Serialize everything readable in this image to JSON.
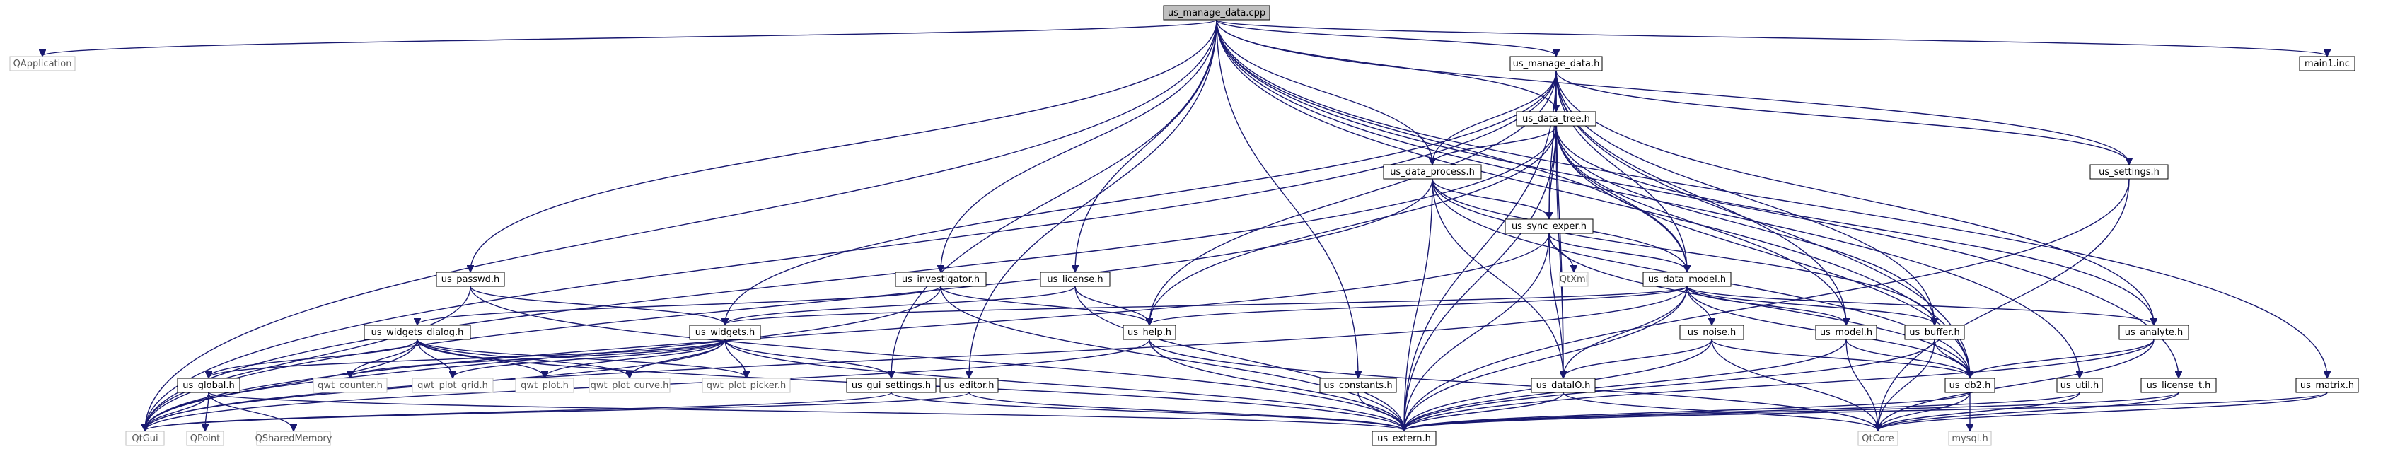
{
  "diagram": {
    "type": "include-dependency-graph",
    "root": "us_manage_data.cpp",
    "nodes": [
      {
        "id": "root",
        "label": "us_manage_data.cpp",
        "kind": "root"
      },
      {
        "id": "qapplication",
        "label": "QApplication",
        "kind": "external"
      },
      {
        "id": "us_manage_data_h",
        "label": "us_manage_data.h",
        "kind": "normal"
      },
      {
        "id": "main1_inc",
        "label": "main1.inc",
        "kind": "normal"
      },
      {
        "id": "us_data_tree_h",
        "label": "us_data_tree.h",
        "kind": "normal"
      },
      {
        "id": "us_settings_h",
        "label": "us_settings.h",
        "kind": "normal"
      },
      {
        "id": "us_data_process_h",
        "label": "us_data_process.h",
        "kind": "normal"
      },
      {
        "id": "us_sync_exper_h",
        "label": "us_sync_exper.h",
        "kind": "normal"
      },
      {
        "id": "us_passwd_h",
        "label": "us_passwd.h",
        "kind": "normal"
      },
      {
        "id": "us_investigator_h",
        "label": "us_investigator.h",
        "kind": "normal"
      },
      {
        "id": "us_license_h",
        "label": "us_license.h",
        "kind": "normal"
      },
      {
        "id": "qtxml",
        "label": "QtXml",
        "kind": "external"
      },
      {
        "id": "us_data_model_h",
        "label": "us_data_model.h",
        "kind": "normal"
      },
      {
        "id": "us_widgets_dialog_h",
        "label": "us_widgets_dialog.h",
        "kind": "normal"
      },
      {
        "id": "us_widgets_h",
        "label": "us_widgets.h",
        "kind": "normal"
      },
      {
        "id": "us_help_h",
        "label": "us_help.h",
        "kind": "normal"
      },
      {
        "id": "us_noise_h",
        "label": "us_noise.h",
        "kind": "normal"
      },
      {
        "id": "us_model_h",
        "label": "us_model.h",
        "kind": "normal"
      },
      {
        "id": "us_buffer_h",
        "label": "us_buffer.h",
        "kind": "normal"
      },
      {
        "id": "us_analyte_h",
        "label": "us_analyte.h",
        "kind": "normal"
      },
      {
        "id": "us_global_h",
        "label": "us_global.h",
        "kind": "normal"
      },
      {
        "id": "qwt_counter_h",
        "label": "qwt_counter.h",
        "kind": "external"
      },
      {
        "id": "qwt_plot_grid_h",
        "label": "qwt_plot_grid.h",
        "kind": "external"
      },
      {
        "id": "qwt_plot_h",
        "label": "qwt_plot.h",
        "kind": "external"
      },
      {
        "id": "qwt_plot_curve_h",
        "label": "qwt_plot_curve.h",
        "kind": "external"
      },
      {
        "id": "qwt_plot_picker_h",
        "label": "qwt_plot_picker.h",
        "kind": "external"
      },
      {
        "id": "us_gui_settings_h",
        "label": "us_gui_settings.h",
        "kind": "normal"
      },
      {
        "id": "us_editor_h",
        "label": "us_editor.h",
        "kind": "normal"
      },
      {
        "id": "us_constants_h",
        "label": "us_constants.h",
        "kind": "normal"
      },
      {
        "id": "us_dataio_h",
        "label": "us_dataIO.h",
        "kind": "normal"
      },
      {
        "id": "us_db2_h",
        "label": "us_db2.h",
        "kind": "normal"
      },
      {
        "id": "us_util_h",
        "label": "us_util.h",
        "kind": "normal"
      },
      {
        "id": "us_license_t_h",
        "label": "us_license_t.h",
        "kind": "normal"
      },
      {
        "id": "us_matrix_h",
        "label": "us_matrix.h",
        "kind": "normal"
      },
      {
        "id": "qtgui",
        "label": "QtGui",
        "kind": "external"
      },
      {
        "id": "qpoint",
        "label": "QPoint",
        "kind": "external"
      },
      {
        "id": "qsharedmemory",
        "label": "QSharedMemory",
        "kind": "external"
      },
      {
        "id": "us_extern_h",
        "label": "us_extern.h",
        "kind": "normal"
      },
      {
        "id": "qtcore",
        "label": "QtCore",
        "kind": "external"
      },
      {
        "id": "mysql_h",
        "label": "mysql.h",
        "kind": "external"
      }
    ],
    "edges": [
      [
        "root",
        "qapplication"
      ],
      [
        "root",
        "us_manage_data_h"
      ],
      [
        "root",
        "main1_inc"
      ],
      [
        "root",
        "us_settings_h"
      ],
      [
        "root",
        "us_data_process_h"
      ],
      [
        "root",
        "us_passwd_h"
      ],
      [
        "root",
        "us_investigator_h"
      ],
      [
        "root",
        "us_license_h"
      ],
      [
        "root",
        "us_gui_settings_h"
      ],
      [
        "root",
        "us_editor_h"
      ],
      [
        "root",
        "us_constants_h"
      ],
      [
        "root",
        "us_data_model_h"
      ],
      [
        "root",
        "us_util_h"
      ],
      [
        "root",
        "us_license_t_h"
      ],
      [
        "root",
        "us_matrix_h"
      ],
      [
        "root",
        "us_data_tree_h"
      ],
      [
        "root",
        "qtgui"
      ],
      [
        "root",
        "us_db2_h"
      ],
      [
        "us_manage_data_h",
        "us_data_tree_h"
      ],
      [
        "us_manage_data_h",
        "us_settings_h"
      ],
      [
        "us_manage_data_h",
        "us_data_process_h"
      ],
      [
        "us_manage_data_h",
        "us_sync_exper_h"
      ],
      [
        "us_manage_data_h",
        "us_data_model_h"
      ],
      [
        "us_manage_data_h",
        "us_widgets_h"
      ],
      [
        "us_manage_data_h",
        "us_help_h"
      ],
      [
        "us_manage_data_h",
        "us_extern_h"
      ],
      [
        "us_manage_data_h",
        "us_model_h"
      ],
      [
        "us_manage_data_h",
        "us_buffer_h"
      ],
      [
        "us_manage_data_h",
        "us_analyte_h"
      ],
      [
        "us_manage_data_h",
        "us_db2_h"
      ],
      [
        "us_manage_data_h",
        "us_dataio_h"
      ],
      [
        "us_manage_data_h",
        "qtgui"
      ],
      [
        "us_data_tree_h",
        "us_data_process_h"
      ],
      [
        "us_data_tree_h",
        "us_sync_exper_h"
      ],
      [
        "us_data_tree_h",
        "us_data_model_h"
      ],
      [
        "us_data_tree_h",
        "us_help_h"
      ],
      [
        "us_data_tree_h",
        "us_extern_h"
      ],
      [
        "us_data_tree_h",
        "us_dataio_h"
      ],
      [
        "us_data_tree_h",
        "us_model_h"
      ],
      [
        "us_data_tree_h",
        "us_buffer_h"
      ],
      [
        "us_data_tree_h",
        "us_analyte_h"
      ],
      [
        "us_data_tree_h",
        "us_db2_h"
      ],
      [
        "us_data_tree_h",
        "qtgui"
      ],
      [
        "us_settings_h",
        "us_extern_h"
      ],
      [
        "us_settings_h",
        "qtcore"
      ],
      [
        "us_data_process_h",
        "us_sync_exper_h"
      ],
      [
        "us_data_process_h",
        "us_data_model_h"
      ],
      [
        "us_data_process_h",
        "us_extern_h"
      ],
      [
        "us_data_process_h",
        "us_dataio_h"
      ],
      [
        "us_data_process_h",
        "us_db2_h"
      ],
      [
        "us_data_process_h",
        "us_buffer_h"
      ],
      [
        "us_data_process_h",
        "qtgui"
      ],
      [
        "us_sync_exper_h",
        "qtxml"
      ],
      [
        "us_sync_exper_h",
        "us_data_model_h"
      ],
      [
        "us_sync_exper_h",
        "us_extern_h"
      ],
      [
        "us_sync_exper_h",
        "us_dataio_h"
      ],
      [
        "us_sync_exper_h",
        "us_db2_h"
      ],
      [
        "us_sync_exper_h",
        "qtgui"
      ],
      [
        "us_passwd_h",
        "us_widgets_h"
      ],
      [
        "us_passwd_h",
        "us_extern_h"
      ],
      [
        "us_passwd_h",
        "qtgui"
      ],
      [
        "us_investigator_h",
        "us_widgets_dialog_h"
      ],
      [
        "us_investigator_h",
        "us_help_h"
      ],
      [
        "us_investigator_h",
        "us_extern_h"
      ],
      [
        "us_investigator_h",
        "qtgui"
      ],
      [
        "us_license_h",
        "us_widgets_h"
      ],
      [
        "us_license_h",
        "us_help_h"
      ],
      [
        "us_license_h",
        "us_extern_h"
      ],
      [
        "us_data_model_h",
        "us_widgets_h"
      ],
      [
        "us_data_model_h",
        "us_help_h"
      ],
      [
        "us_data_model_h",
        "us_noise_h"
      ],
      [
        "us_data_model_h",
        "us_model_h"
      ],
      [
        "us_data_model_h",
        "us_buffer_h"
      ],
      [
        "us_data_model_h",
        "us_analyte_h"
      ],
      [
        "us_data_model_h",
        "us_dataio_h"
      ],
      [
        "us_data_model_h",
        "us_db2_h"
      ],
      [
        "us_data_model_h",
        "us_extern_h"
      ],
      [
        "us_data_model_h",
        "qtgui"
      ],
      [
        "us_widgets_dialog_h",
        "us_global_h"
      ],
      [
        "us_widgets_dialog_h",
        "qwt_counter_h"
      ],
      [
        "us_widgets_dialog_h",
        "qwt_plot_grid_h"
      ],
      [
        "us_widgets_dialog_h",
        "qwt_plot_h"
      ],
      [
        "us_widgets_dialog_h",
        "qwt_plot_curve_h"
      ],
      [
        "us_widgets_dialog_h",
        "qwt_plot_picker_h"
      ],
      [
        "us_widgets_dialog_h",
        "us_extern_h"
      ],
      [
        "us_widgets_dialog_h",
        "qtgui"
      ],
      [
        "us_widgets_h",
        "us_global_h"
      ],
      [
        "us_widgets_h",
        "qwt_counter_h"
      ],
      [
        "us_widgets_h",
        "qwt_plot_grid_h"
      ],
      [
        "us_widgets_h",
        "qwt_plot_h"
      ],
      [
        "us_widgets_h",
        "qwt_plot_curve_h"
      ],
      [
        "us_widgets_h",
        "qwt_plot_picker_h"
      ],
      [
        "us_widgets_h",
        "us_gui_settings_h"
      ],
      [
        "us_widgets_h",
        "us_extern_h"
      ],
      [
        "us_widgets_h",
        "qtgui"
      ],
      [
        "us_help_h",
        "us_extern_h"
      ],
      [
        "us_help_h",
        "qtgui"
      ],
      [
        "us_help_h",
        "qtcore"
      ],
      [
        "us_noise_h",
        "us_dataio_h"
      ],
      [
        "us_noise_h",
        "us_db2_h"
      ],
      [
        "us_noise_h",
        "us_extern_h"
      ],
      [
        "us_noise_h",
        "qtcore"
      ],
      [
        "us_model_h",
        "us_db2_h"
      ],
      [
        "us_model_h",
        "us_extern_h"
      ],
      [
        "us_model_h",
        "qtcore"
      ],
      [
        "us_buffer_h",
        "us_db2_h"
      ],
      [
        "us_buffer_h",
        "us_extern_h"
      ],
      [
        "us_buffer_h",
        "qtcore"
      ],
      [
        "us_analyte_h",
        "us_db2_h"
      ],
      [
        "us_analyte_h",
        "us_extern_h"
      ],
      [
        "us_analyte_h",
        "qtcore"
      ],
      [
        "us_global_h",
        "qtgui"
      ],
      [
        "us_global_h",
        "qpoint"
      ],
      [
        "us_global_h",
        "qsharedmemory"
      ],
      [
        "us_global_h",
        "us_extern_h"
      ],
      [
        "us_gui_settings_h",
        "us_extern_h"
      ],
      [
        "us_gui_settings_h",
        "qtgui"
      ],
      [
        "us_editor_h",
        "us_extern_h"
      ],
      [
        "us_editor_h",
        "qtgui"
      ],
      [
        "us_constants_h",
        "us_extern_h"
      ],
      [
        "us_dataio_h",
        "us_extern_h"
      ],
      [
        "us_dataio_h",
        "qtcore"
      ],
      [
        "us_db2_h",
        "us_extern_h"
      ],
      [
        "us_db2_h",
        "qtcore"
      ],
      [
        "us_db2_h",
        "mysql_h"
      ],
      [
        "us_util_h",
        "us_extern_h"
      ],
      [
        "us_util_h",
        "qtcore"
      ],
      [
        "us_license_t_h",
        "us_extern_h"
      ],
      [
        "us_license_t_h",
        "qtcore"
      ],
      [
        "us_matrix_h",
        "us_extern_h"
      ],
      [
        "us_matrix_h",
        "qtcore"
      ]
    ]
  }
}
